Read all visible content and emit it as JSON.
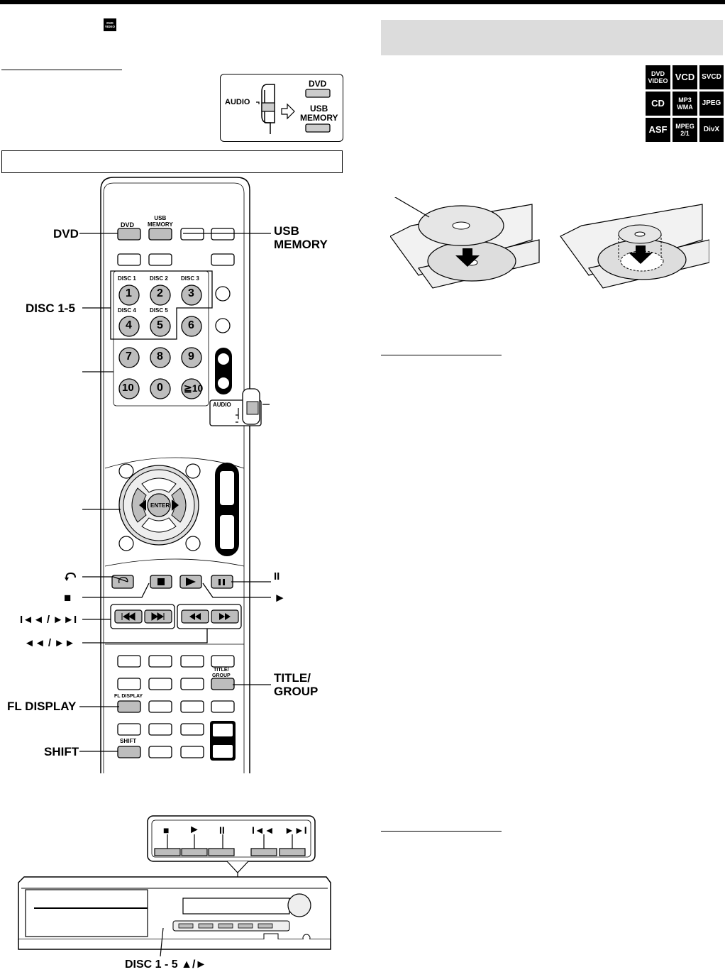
{
  "badges_small": {
    "dvd_video": "DVD VIDEO"
  },
  "audio_switch": {
    "audio_label": "AUDIO",
    "dvd_label": "DVD",
    "usb_label_1": "USB",
    "usb_label_2": "MEMORY"
  },
  "format_badges": [
    [
      "DVD",
      "VIDEO"
    ],
    [
      "VCD"
    ],
    [
      "SVCD"
    ],
    [
      "CD"
    ],
    [
      "MP3",
      "WMA"
    ],
    [
      "JPEG"
    ],
    [
      "ASF"
    ],
    [
      "MPEG",
      "2/1"
    ],
    [
      "DivX"
    ]
  ],
  "remote_labels": {
    "dvd": "DVD",
    "usb_1": "USB",
    "usb_2": "MEMORY",
    "disc_1_5": "DISC 1-5",
    "pause": "II",
    "stop": "■",
    "play": "►",
    "skip": "I◄◄ / ►►I",
    "search": "◄◄ / ►►",
    "title_1": "TITLE/",
    "title_2": "GROUP",
    "fl_display": "FL DISPLAY",
    "shift": "SHIFT"
  },
  "remote_buttons": {
    "dvd": "DVD",
    "usb_1": "USB",
    "usb_2": "MEMORY",
    "disc1": "DISC 1",
    "disc2": "DISC 2",
    "disc3": "DISC 3",
    "disc4": "DISC 4",
    "disc5": "DISC 5",
    "num": [
      "1",
      "2",
      "3",
      "4",
      "5",
      "6",
      "7",
      "8",
      "9",
      "10",
      "0",
      "≧10"
    ],
    "enter": "ENTER",
    "audio": "AUDIO",
    "title_1": "TITLE/",
    "title_2": "GROUP",
    "fl_display": "FL DISPLAY",
    "shift": "SHIFT"
  },
  "unit": {
    "stop": "■",
    "play": "►",
    "pause": "II",
    "prev": "I◄◄",
    "next": "►►I",
    "disc_label": "DISC 1 - 5 ▲/►"
  }
}
